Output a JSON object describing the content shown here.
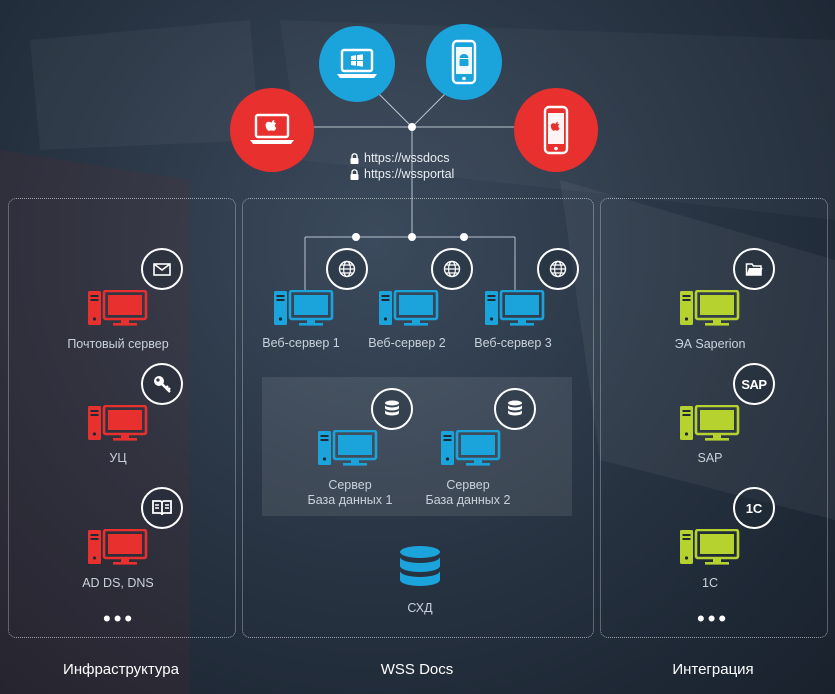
{
  "urls": [
    "https://wssdocs",
    "https://wssportal"
  ],
  "sections": {
    "left": "Инфраструктура",
    "center": "WSS Docs",
    "right": "Интеграция"
  },
  "infrastructure": {
    "mail_server": "Почтовый сервер",
    "ca": "УЦ",
    "ad": "AD DS, DNS",
    "more": "•••"
  },
  "web_servers": [
    "Веб-сервер 1",
    "Веб-сервер 2",
    "Веб-сервер 3"
  ],
  "db_servers": [
    {
      "line1": "Сервер",
      "line2": "База данных 1"
    },
    {
      "line1": "Сервер",
      "line2": "Базa данных 2"
    }
  ],
  "storage": "СХД",
  "integration": {
    "saperion": "ЭА Saperion",
    "sap": "SAP",
    "onec": "1С",
    "sap_badge": "SAP",
    "onec_badge": "1С",
    "more": "•••"
  },
  "colors": {
    "blue": "#1ba3dc",
    "red": "#e8302e",
    "lime": "#b5d22e",
    "server_blue": "#1ba3dc"
  }
}
